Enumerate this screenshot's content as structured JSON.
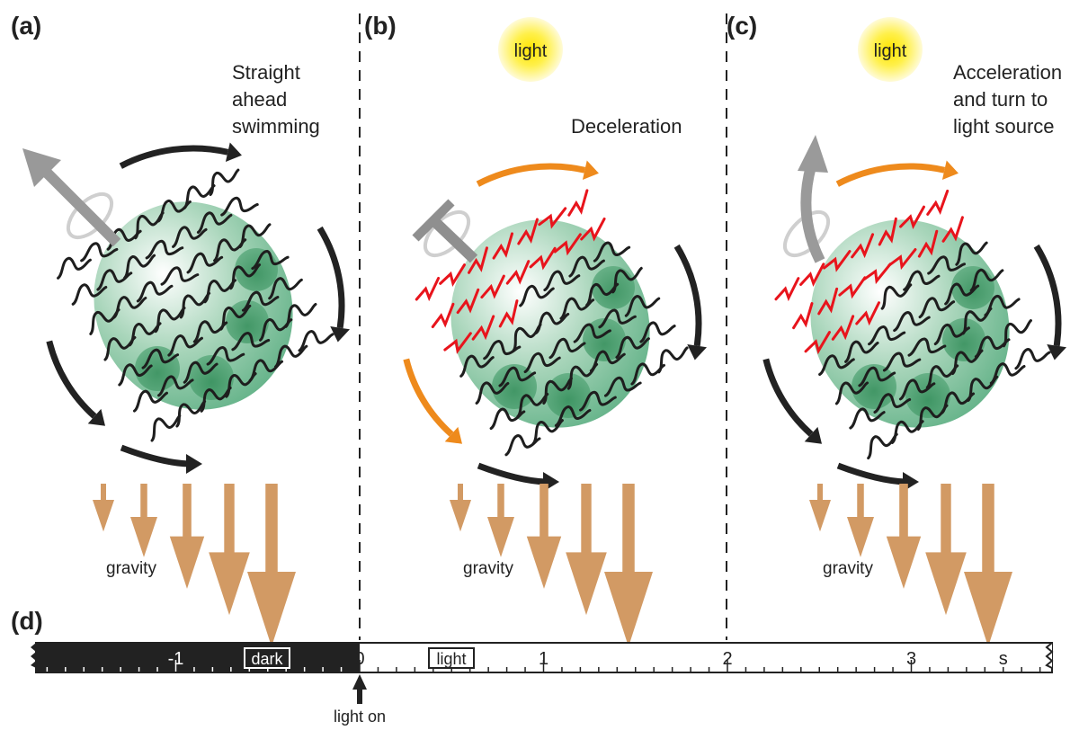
{
  "panels": [
    {
      "label": "(a)",
      "caption": [
        "Straight",
        "ahead",
        "swimming"
      ],
      "light": false,
      "gravity_label": "gravity",
      "red_cilia": false,
      "rotation_arrow_color": "#222222"
    },
    {
      "label": "(b)",
      "caption": [
        "Deceleration"
      ],
      "light": true,
      "light_label": "light",
      "gravity_label": "gravity",
      "red_cilia": true,
      "rotation_arrow_color": "#ee8a1c"
    },
    {
      "label": "(c)",
      "caption": [
        "Acceleration",
        "and turn to",
        "light source"
      ],
      "light": true,
      "light_label": "light",
      "gravity_label": "gravity",
      "red_cilia": true,
      "rotation_arrow_color": "#ee8a1c"
    }
  ],
  "timeline": {
    "label": "(d)",
    "ticks": [
      {
        "value": -1,
        "label": "-1"
      },
      {
        "value": 0,
        "label": "0"
      },
      {
        "value": 1,
        "label": "1"
      },
      {
        "value": 2,
        "label": "2"
      },
      {
        "value": 3,
        "label": "3"
      }
    ],
    "unit": "s",
    "dark_label": "dark",
    "light_label": "light",
    "event_label": "light on",
    "range": [
      -1.75,
      3.75
    ]
  },
  "colors": {
    "cilia": "#1e1e1e",
    "cilia_light": "#e8141c",
    "gravity": "#d29a64",
    "sphere": "#4fa878",
    "sun": "#ffe600",
    "dark": "#222222"
  }
}
